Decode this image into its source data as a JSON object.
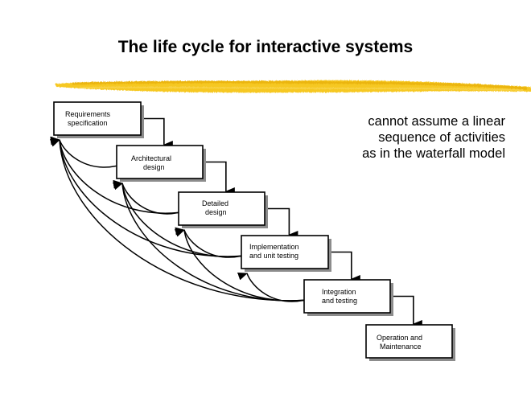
{
  "title": "The life cycle for interactive systems",
  "note": {
    "lines": [
      "cannot assume a linear",
      "sequence of activities",
      "as in the waterfall model"
    ]
  },
  "colors": {
    "highlight_stroke": "#f2c21b",
    "box_shadow": "#8c8c8c",
    "line": "#000000"
  },
  "stages": [
    {
      "id": "requirements",
      "lines": [
        "Requirements",
        "specification"
      ]
    },
    {
      "id": "architectural",
      "lines": [
        "Architectural",
        "design"
      ]
    },
    {
      "id": "detailed",
      "lines": [
        "Detailed",
        "design"
      ]
    },
    {
      "id": "implementation",
      "lines": [
        "Implementation",
        "and unit testing"
      ]
    },
    {
      "id": "integration",
      "lines": [
        "Integration",
        "and testing"
      ]
    },
    {
      "id": "operation",
      "lines": [
        "Operation and",
        "Maintenance"
      ]
    }
  ],
  "flows": [
    {
      "from": "requirements",
      "to": "architectural",
      "kind": "forward"
    },
    {
      "from": "architectural",
      "to": "detailed",
      "kind": "forward"
    },
    {
      "from": "detailed",
      "to": "implementation",
      "kind": "forward"
    },
    {
      "from": "implementation",
      "to": "integration",
      "kind": "forward"
    },
    {
      "from": "integration",
      "to": "operation",
      "kind": "forward"
    },
    {
      "from": "architectural",
      "to": "requirements",
      "kind": "feedback"
    },
    {
      "from": "detailed",
      "to": "requirements",
      "kind": "feedback"
    },
    {
      "from": "detailed",
      "to": "architectural",
      "kind": "feedback"
    },
    {
      "from": "implementation",
      "to": "requirements",
      "kind": "feedback"
    },
    {
      "from": "implementation",
      "to": "architectural",
      "kind": "feedback"
    },
    {
      "from": "implementation",
      "to": "detailed",
      "kind": "feedback"
    },
    {
      "from": "integration",
      "to": "requirements",
      "kind": "feedback"
    },
    {
      "from": "integration",
      "to": "architectural",
      "kind": "feedback"
    },
    {
      "from": "integration",
      "to": "detailed",
      "kind": "feedback"
    },
    {
      "from": "integration",
      "to": "implementation",
      "kind": "feedback"
    }
  ]
}
